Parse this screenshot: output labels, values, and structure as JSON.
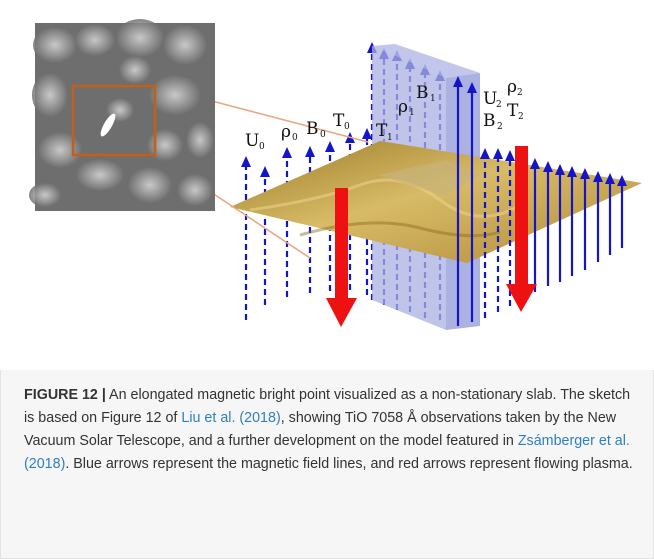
{
  "diagram": {
    "labels": {
      "u0": {
        "main": "U",
        "sub": "0"
      },
      "rho0": {
        "main": "ρ",
        "sub": "0"
      },
      "b0": {
        "main": "B",
        "sub": "0"
      },
      "t0": {
        "main": "T",
        "sub": "0"
      },
      "t1": {
        "main": "T",
        "sub": "1"
      },
      "rho1": {
        "main": "ρ",
        "sub": "1"
      },
      "b1": {
        "main": "B",
        "sub": "1"
      },
      "u2": {
        "main": "U",
        "sub": "2"
      },
      "rho2": {
        "main": "ρ",
        "sub": "2"
      },
      "b2": {
        "main": "B",
        "sub": "2"
      },
      "t2": {
        "main": "T",
        "sub": "2"
      }
    },
    "colors": {
      "field_arrow": "#1414c8",
      "plasma_arrow": "#ee1111",
      "slab": "#aab0e0",
      "inset_box": "#c0601a",
      "surface": "#c9a648"
    }
  },
  "caption": {
    "label": "FIGURE 12 |",
    "text_1": " An elongated magnetic bright point visualized as a non-stationary slab. The sketch is based on Figure 12 of ",
    "link_1": "Liu et al. (2018)",
    "text_2": ", showing TiO 7058 Å observations taken by the New Vacuum Solar Telescope, and a further development on the model featured in ",
    "link_2": "Zsámberger et al. (2018)",
    "text_3": ". Blue arrows represent the magnetic field lines, and red arrows represent flowing plasma."
  }
}
